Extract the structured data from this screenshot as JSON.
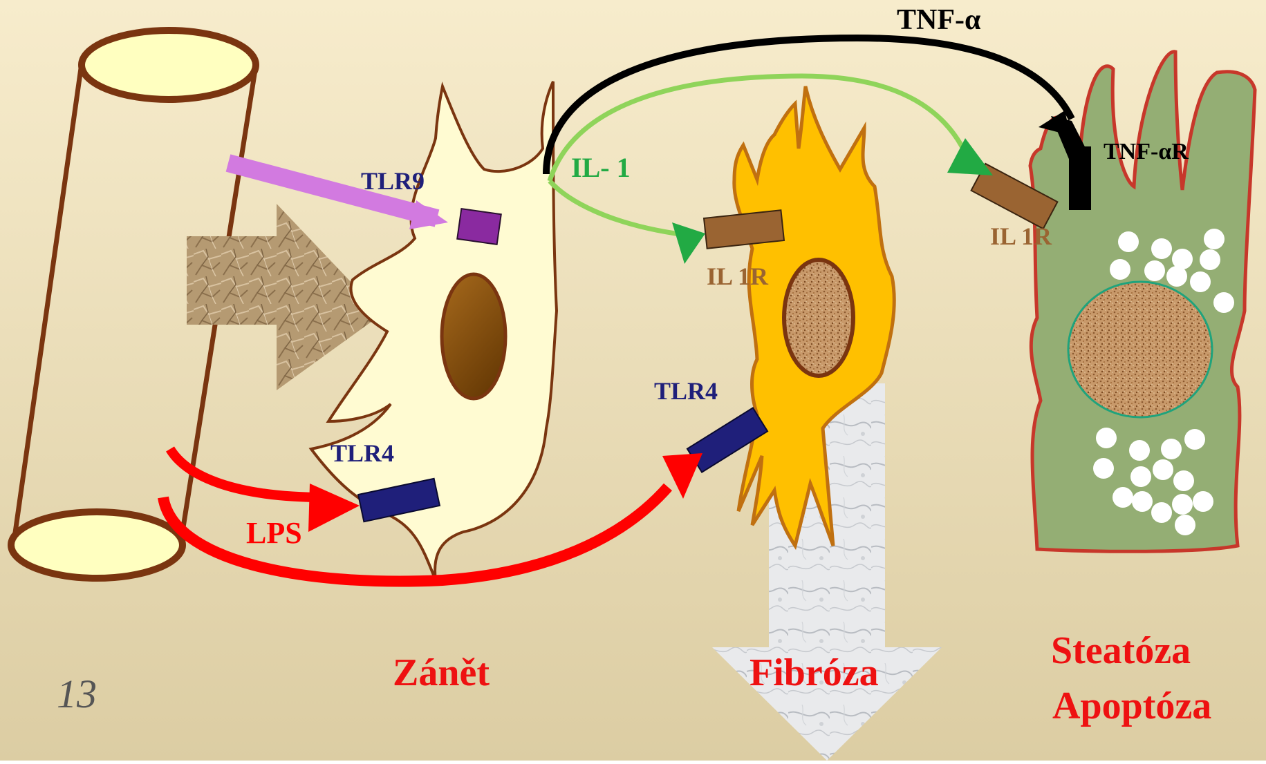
{
  "slide": {
    "page_number": "13",
    "background": {
      "top": "#f7eccc",
      "bottom": "#dccda3"
    }
  },
  "labels": {
    "tnf_alpha": "TNF-α",
    "tnf_alpha_r": "TNF-αR",
    "il1": "IL- 1",
    "tlr9": "TLR9",
    "tlr4_kupffer": "TLR4",
    "tlr4_stellate": "TLR4",
    "il1r_stellate": "IL 1R",
    "il1r_hepatocyte": "IL 1R",
    "lps": "LPS"
  },
  "captions": {
    "inflammation": "Zánět",
    "fibrosis": "Fibróza",
    "steatosis": "Steatóza",
    "apoptosis": "Apoptóza"
  },
  "colors": {
    "caption_red": "#ee1111",
    "lps_red": "#ff0000",
    "receptor_blue": "#1f1f7a",
    "tlr9_purple": "#8a2aa0",
    "il1_green": "#22aa44",
    "il1_arrow_light": "#8fd45a",
    "il1r_brown": "#9a6432",
    "gut_brown": "#7a3510",
    "hepatocyte_green": "#94ae74",
    "stellate_orange": "#ffc000",
    "kupffer_cream": "#fffbd2"
  },
  "icons": {
    "gut_tube": "gut-tube-icon",
    "kupffer_cell": "kupffer-cell-icon",
    "stellate_cell": "stellate-cell-icon",
    "hepatocyte": "hepatocyte-icon",
    "fat_droplets": "lipid-droplet-icon"
  }
}
